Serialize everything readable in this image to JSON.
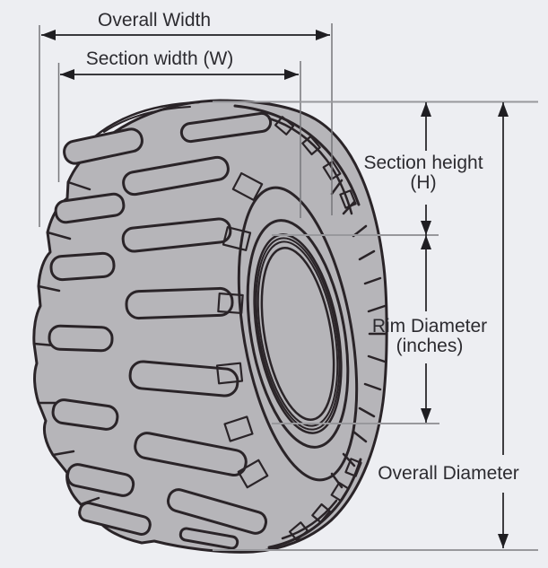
{
  "diagram": {
    "type": "tire-dimension-diagram",
    "subject": "off-road tire shown in three-quarter view with dimension callouts"
  },
  "labels": {
    "overall_width": "Overall Width",
    "section_width": "Section width (W)",
    "section_height": "Section height",
    "section_height_sub": "(H)",
    "rim_diameter": "Rim Diameter",
    "rim_diameter_sub": "(inches)",
    "overall_diameter": "Overall Diameter"
  },
  "colors": {
    "background": "#edeef2",
    "tire_fill": "#b6b5b9",
    "line": "#2a2428",
    "dimension_line": "#1f1e22",
    "extension_line_v": "#77777b",
    "extension_line_h": "#98989c",
    "text": "#2c2b30"
  }
}
